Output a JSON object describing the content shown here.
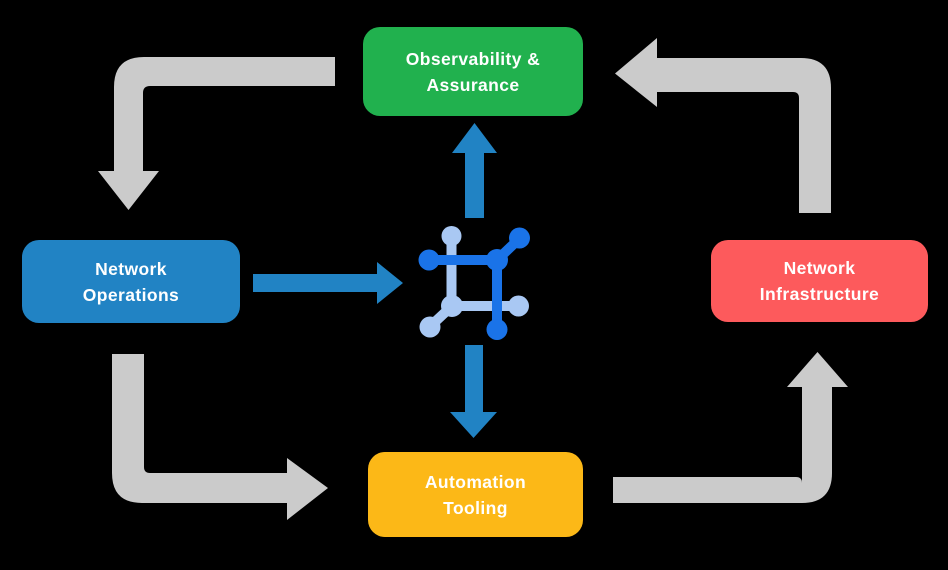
{
  "colors": {
    "background": "#000000",
    "node_green": "#21b14e",
    "node_blue": "#2183c4",
    "node_red": "#fd5a5c",
    "node_yellow": "#fcb817",
    "arrow_gray": "#cbcbcb",
    "arrow_blue": "#2183c4",
    "icon_dark_blue": "#1a73e8",
    "icon_light_blue": "#a9c8f3",
    "label_text": "#ffffff"
  },
  "nodes": {
    "observability": {
      "label": "Observability &\nAssurance",
      "color_key": "node_green"
    },
    "operations": {
      "label": "Network\nOperations",
      "color_key": "node_blue"
    },
    "infrastructure": {
      "label": "Network\nInfrastructure",
      "color_key": "node_red"
    },
    "automation": {
      "label": "Automation\nTooling",
      "color_key": "node_yellow"
    }
  },
  "center_icon": "network-mesh-icon",
  "flows": [
    {
      "from": "observability",
      "to": "operations",
      "style": "gray-elbow-arrow"
    },
    {
      "from": "operations",
      "to": "automation",
      "style": "gray-elbow-arrow"
    },
    {
      "from": "automation",
      "to": "infrastructure",
      "style": "gray-elbow-arrow"
    },
    {
      "from": "infrastructure",
      "to": "observability",
      "style": "gray-elbow-arrow"
    },
    {
      "from": "operations",
      "to": "center-icon",
      "style": "blue-straight-arrow"
    },
    {
      "from": "center-icon",
      "to": "observability",
      "style": "blue-straight-arrow"
    },
    {
      "from": "center-icon",
      "to": "automation",
      "style": "blue-straight-arrow"
    }
  ]
}
